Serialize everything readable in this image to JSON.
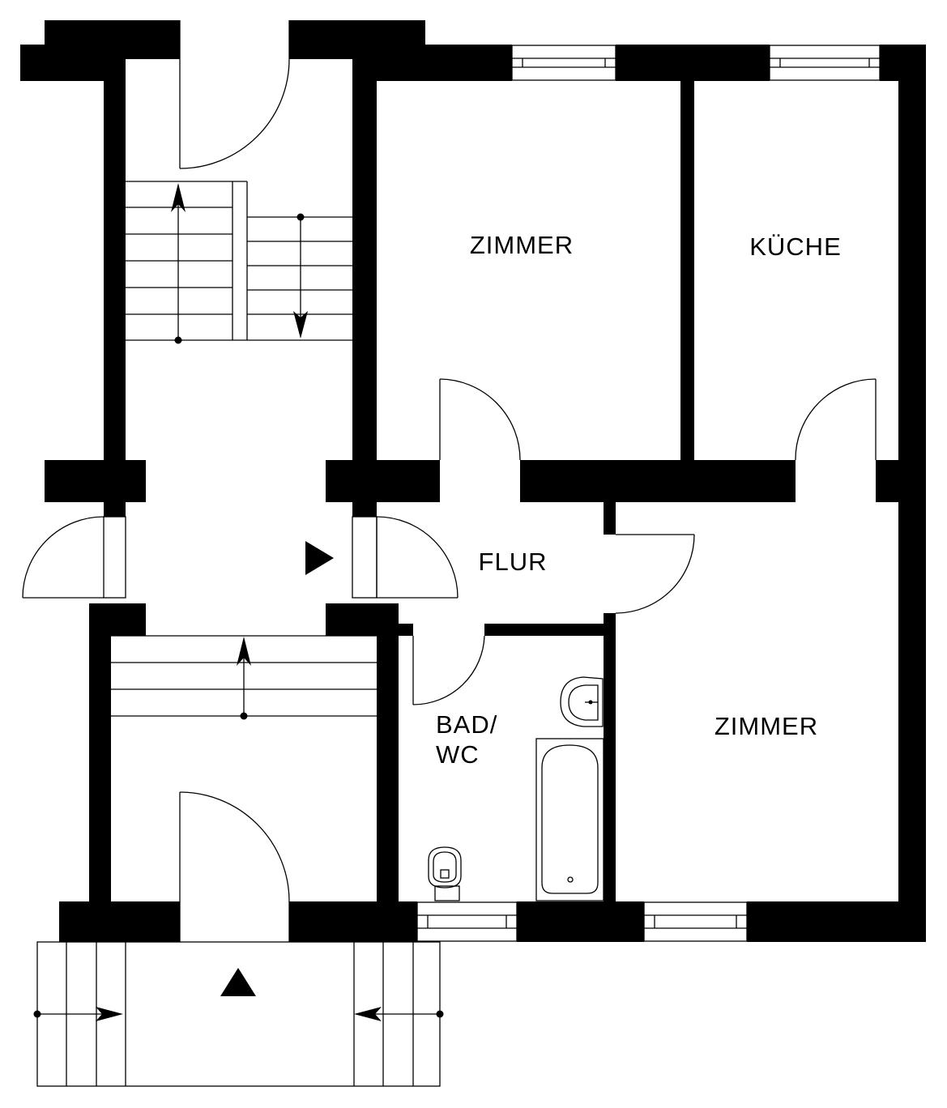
{
  "rooms": {
    "zimmer_top": "ZIMMER",
    "kueche": "KÜCHE",
    "flur": "FLUR",
    "bad_line1": "BAD/",
    "bad_line2": "WC",
    "zimmer_bottom": "ZIMMER"
  },
  "colors": {
    "wall": "#000000",
    "background": "#ffffff"
  },
  "icons": {
    "apartment_entry": "right-triangle-arrow",
    "building_entry": "up-triangle-arrow",
    "stair_direction": "arrow-with-dot"
  }
}
